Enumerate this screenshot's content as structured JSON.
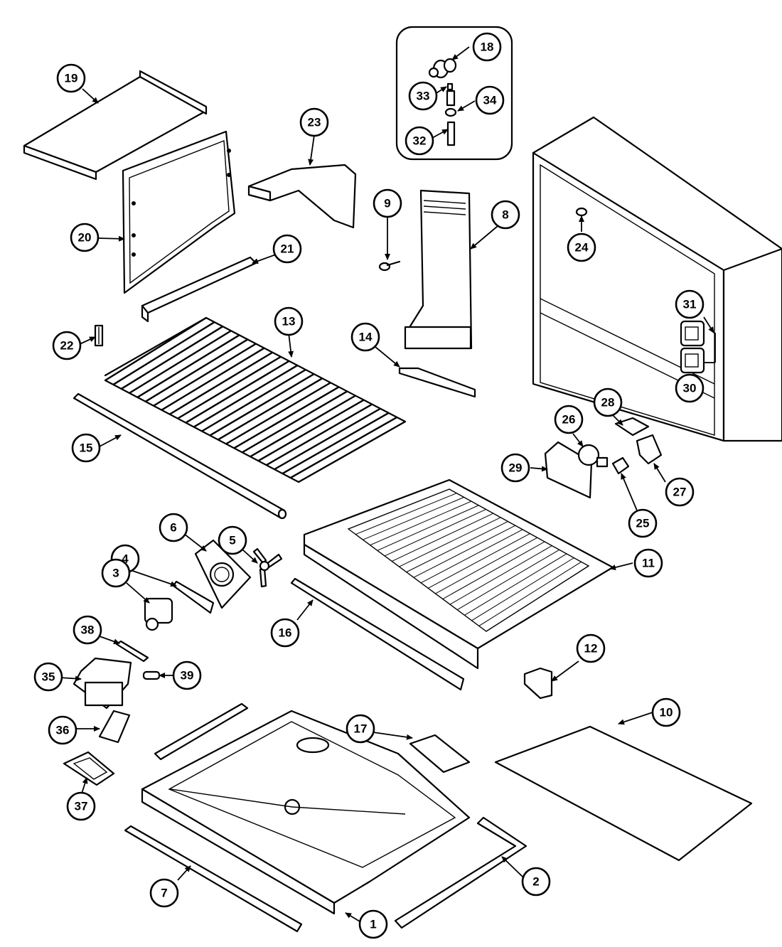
{
  "diagram": {
    "type": "exploded-parts-view",
    "callouts": {
      "c1": "1",
      "c2": "2",
      "c3": "3",
      "c4": "4",
      "c5": "5",
      "c6": "6",
      "c7": "7",
      "c8": "8",
      "c9": "9",
      "c10": "10",
      "c11": "11",
      "c12": "12",
      "c13": "13",
      "c14": "14",
      "c15": "15",
      "c16": "16",
      "c17": "17",
      "c18": "18",
      "c19": "19",
      "c20": "20",
      "c21": "21",
      "c22": "22",
      "c23": "23",
      "c24": "24",
      "c25": "25",
      "c26": "26",
      "c27": "27",
      "c28": "28",
      "c29": "29",
      "c30": "30",
      "c31": "31",
      "c32": "32",
      "c33": "33",
      "c34": "34",
      "c35": "35",
      "c36": "36",
      "c37": "37",
      "c38": "38",
      "c39": "39"
    },
    "colors": {
      "line": "#000000",
      "background": "#ffffff"
    }
  }
}
